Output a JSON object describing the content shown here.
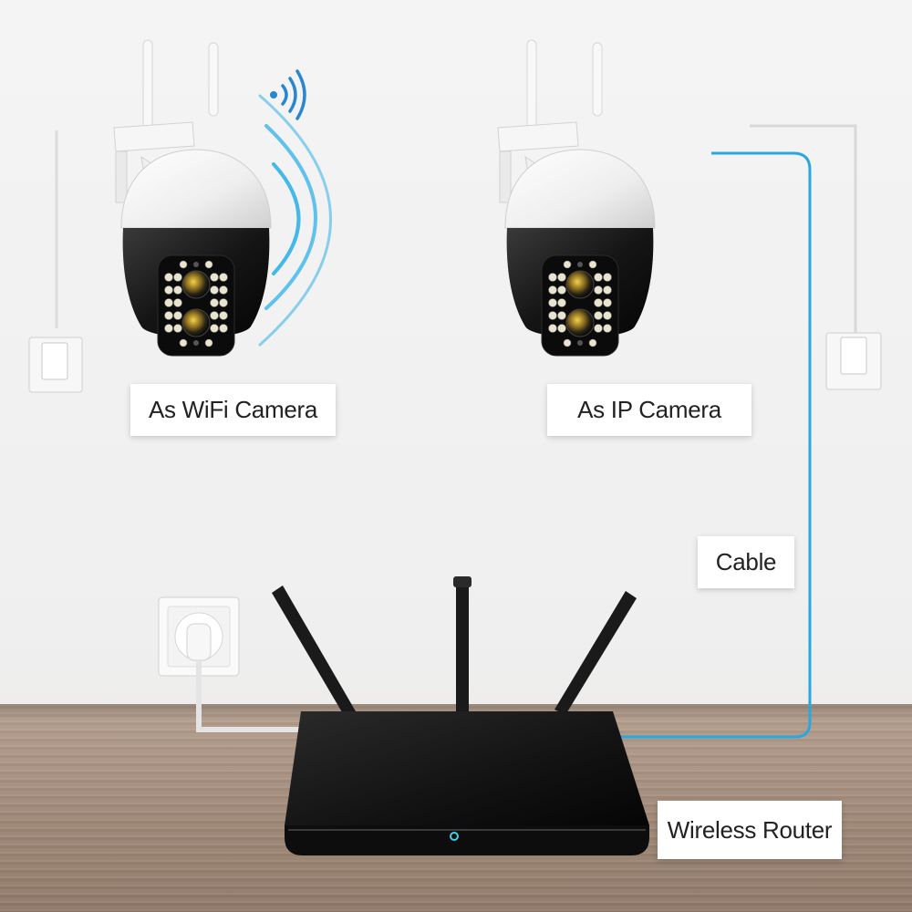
{
  "labels": {
    "wifi_camera": "As WiFi Camera",
    "ip_camera": "As IP Camera",
    "cable": "Cable",
    "router": "Wireless Router"
  },
  "colors": {
    "cable": "#29a8e0",
    "wifi_waves": "#2fb1ea",
    "router_indicator": "#3fd1e8"
  },
  "icons": [
    "wifi-signal-icon"
  ]
}
